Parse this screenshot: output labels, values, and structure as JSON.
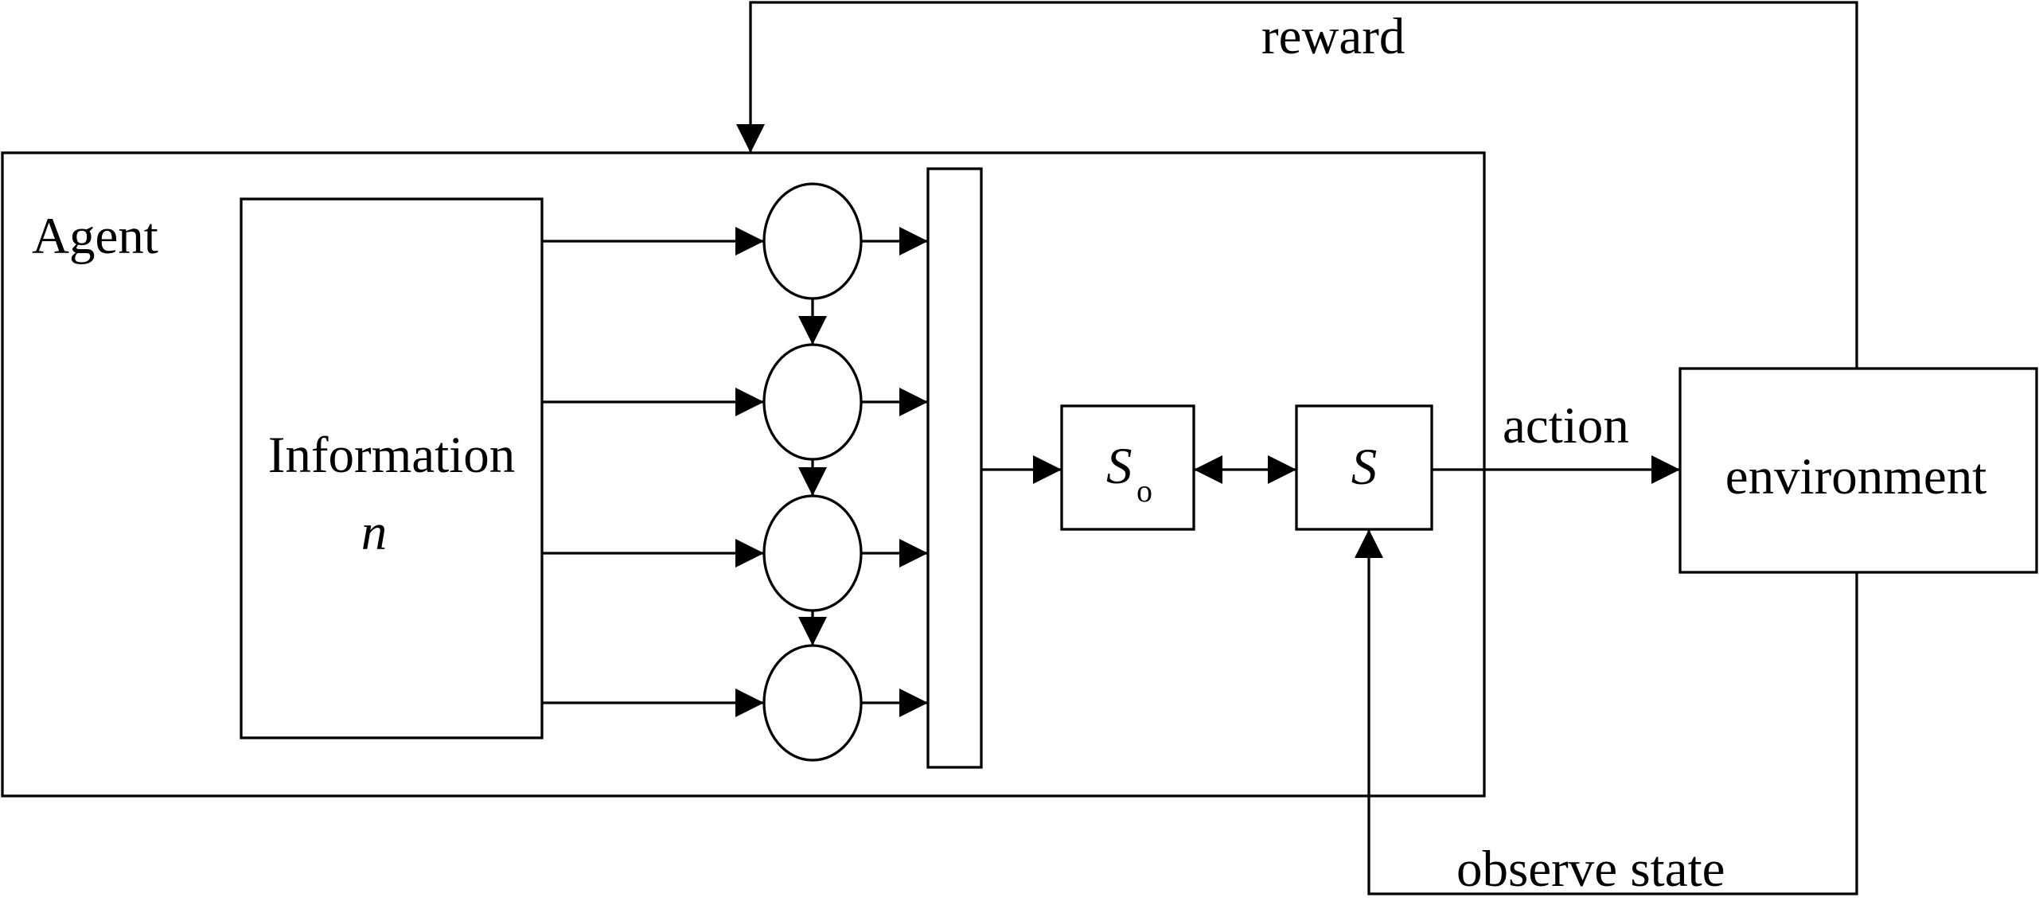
{
  "labels": {
    "agent": "Agent",
    "information": "Information",
    "information_var": "n",
    "s_o_main": "S",
    "s_o_sub": "o",
    "s": "S",
    "environment": "environment",
    "reward": "reward",
    "action": "action",
    "observe_state": "observe state"
  },
  "colors": {
    "stroke": "#000000",
    "background": "#ffffff"
  }
}
